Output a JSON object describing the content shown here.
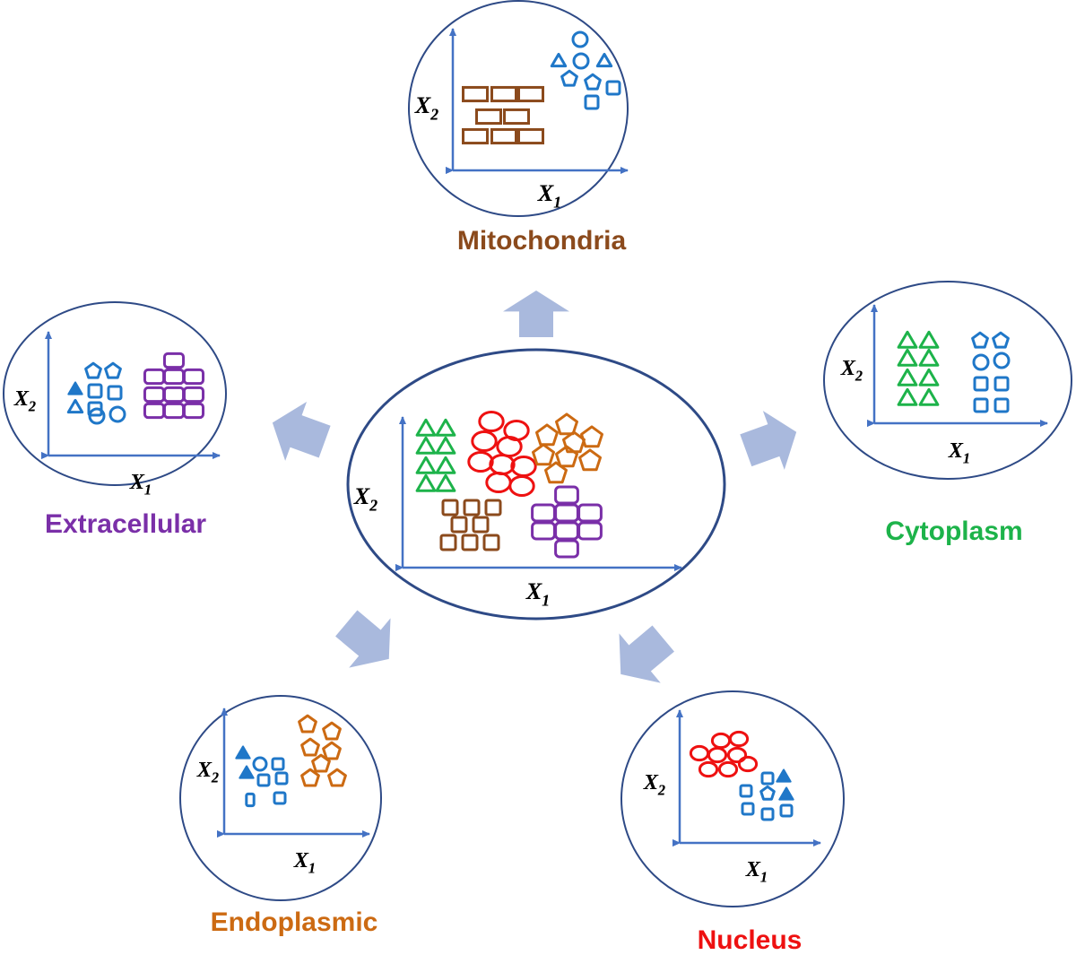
{
  "axis": {
    "x_main": "X",
    "x_sub": "1",
    "y_main": "X",
    "y_sub": "2"
  },
  "colors": {
    "ellipse_stroke": "#2e4a86",
    "axis": "#4472c4",
    "arrow": "#a9b9dd",
    "brown": "#8b4a1c",
    "blue": "#1f77c8",
    "green": "#1db34a",
    "red": "#ee1111",
    "orange": "#cc6a12",
    "purple": "#7a2fa8"
  },
  "labels": {
    "mitochondria": "Mitochondria",
    "extracellular": "Extracellular",
    "cytoplasm": "Cytoplasm",
    "endoplasmic": "Endoplasmic",
    "nucleus": "Nucleus"
  },
  "label_colors": {
    "mitochondria": "#8b4a1c",
    "extracellular": "#7a2fa8",
    "cytoplasm": "#1db34a",
    "endoplasmic": "#cc6a12",
    "nucleus": "#ee1111"
  },
  "panels": {
    "center": {
      "clusters": [
        "green-triangles",
        "red-circles",
        "orange-pentagons",
        "brown-rectangles",
        "purple-rounded-rectangles"
      ]
    },
    "mitochondria": {
      "clusters": [
        "brown-rectangles",
        "blue-mixed-shapes"
      ]
    },
    "extracellular": {
      "clusters": [
        "blue-mixed-shapes",
        "purple-rounded-rectangles"
      ]
    },
    "cytoplasm": {
      "clusters": [
        "green-triangles",
        "blue-mixed-shapes"
      ]
    },
    "endoplasmic": {
      "clusters": [
        "blue-mixed-shapes",
        "orange-pentagons"
      ]
    },
    "nucleus": {
      "clusters": [
        "red-circles",
        "blue-mixed-shapes"
      ]
    }
  }
}
